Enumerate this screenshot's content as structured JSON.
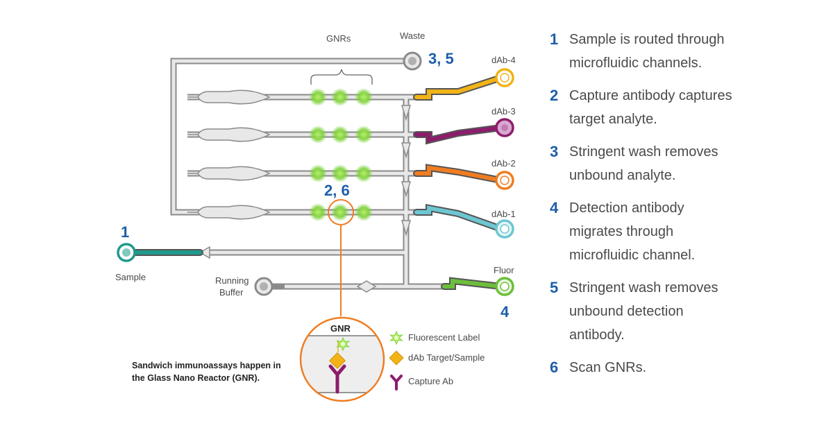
{
  "colors": {
    "channel_fill": "#e8e8e8",
    "channel_stroke": "#8a8a8a",
    "gnr_glow": "#7ed13a",
    "dab4": "#f2b316",
    "dab3": "#8c1d6b",
    "dab2": "#ef7d22",
    "dab1": "#6cc7d1",
    "fluor": "#6cbf3b",
    "sample": "#1f9a8c",
    "callout": "#ef7d22",
    "step_number": "#1d5ea8",
    "target_diamond": "#f2b316",
    "capture_ab": "#8c1d6b"
  },
  "labels": {
    "gnrs": "GNRs",
    "waste": "Waste",
    "dab4": "dAb-4",
    "dab3": "dAb-3",
    "dab2": "dAb-2",
    "dab1": "dAb-1",
    "fluor": "Fluor",
    "sample": "Sample",
    "running_buffer_line1": "Running",
    "running_buffer_line2": "Buffer"
  },
  "markers": {
    "sample_step": "1",
    "waste_steps": "3, 5",
    "gnr_steps": "2, 6",
    "fluor_step": "4"
  },
  "inset": {
    "title": "GNR"
  },
  "legend": [
    {
      "icon": "fluorescent-label-icon",
      "label": "Fluorescent Label"
    },
    {
      "icon": "target-diamond-icon",
      "label": "dAb Target/Sample"
    },
    {
      "icon": "capture-antibody-icon",
      "label": "Capture Ab"
    }
  ],
  "note": {
    "line1": "Sandwich immunoassays happen in",
    "line2": "the Glass Nano Reactor (GNR)."
  },
  "steps": [
    {
      "num": "1",
      "text": "Sample is routed through microfluidic channels."
    },
    {
      "num": "2",
      "text": "Capture antibody captures target analyte."
    },
    {
      "num": "3",
      "text": "Stringent wash removes unbound analyte."
    },
    {
      "num": "4",
      "text": "Detection antibody migrates through microfluidic channel."
    },
    {
      "num": "5",
      "text": "Stringent wash removes unbound detection antibody."
    },
    {
      "num": "6",
      "text": "Scan GNRs."
    }
  ]
}
